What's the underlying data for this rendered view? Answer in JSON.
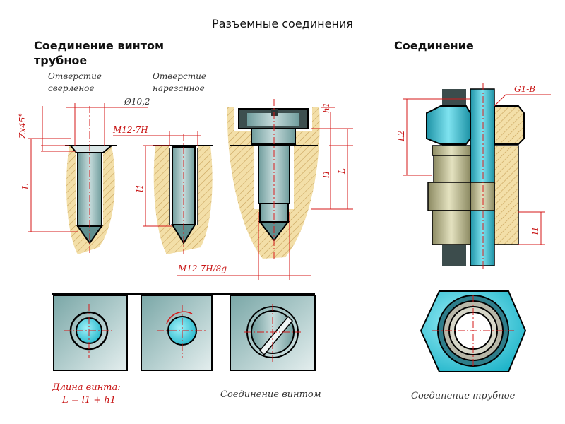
{
  "page": {
    "title": "Разъемные соединения",
    "heading_left": "Соединение винтом\nтрубное",
    "heading_right": "Соединение"
  },
  "labels": {
    "hole_drilled": "Отверстие\nсверленое",
    "hole_threaded": "Отверстие\nнарезанное",
    "diameter": "Ø10,2",
    "chamfer": "Zx45°",
    "thread_hole": "M12-7H",
    "thread_fit": "M12-7H/8g",
    "length_L": "L",
    "length_l1": "l1",
    "length_h1": "h1",
    "length_L2": "L2",
    "pipe_thread": "G1-B"
  },
  "captions": {
    "screw_length_line1": "Длина винта:",
    "screw_length_line2": "L = l1 + h1",
    "screw_connection": "Соединение винтом",
    "pipe_connection": "Соединение трубное"
  },
  "colors": {
    "metal": "#8fb3b3",
    "hatch": "#e6c98a",
    "cyan": "#33c6d8",
    "dimension": "#d61a1a",
    "outline": "#000000"
  }
}
